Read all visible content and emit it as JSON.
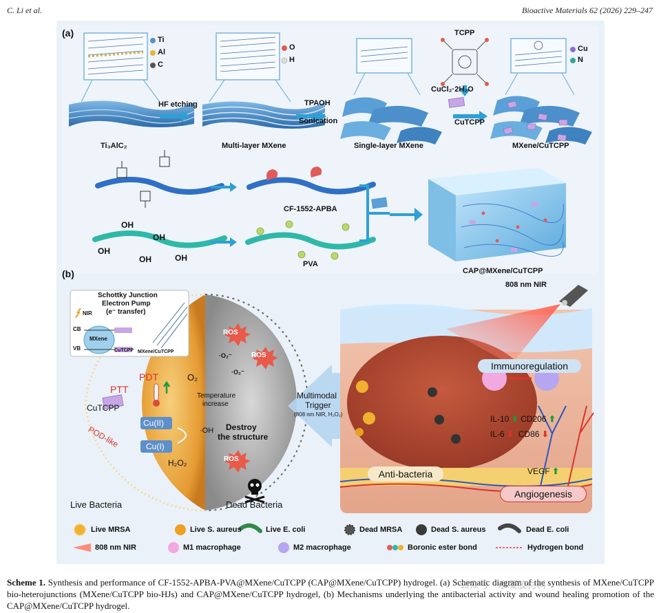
{
  "header": {
    "authors": "C. Li et al.",
    "journal": "Bioactive Materials 62 (2026) 229–247"
  },
  "panel_a": {
    "label": "(a)",
    "elements_1": [
      "Ti",
      "Al",
      "C"
    ],
    "elements_2": [
      "O",
      "H"
    ],
    "elements_3": [
      "Cu",
      "N"
    ],
    "step1": "HF etching",
    "step2_line1": "TPAOH",
    "step2_line2": "Sonication",
    "tcpp": "TCPP",
    "cucl": "CuCl₂·2H₂O",
    "cutcpp": "CuTCPP",
    "mat1": "Ti₃AlC₂",
    "mat2": "Multi-layer MXene",
    "mat3": "Single-layer MXene",
    "mat4": "MXene/CuTCPP",
    "cf": "CF-1552-APBA",
    "pva": "PVA",
    "hydrogel": "CAP@MXene/CuTCPP",
    "oh": "OH"
  },
  "panel_b": {
    "label": "(b)",
    "nir": "808 nm NIR",
    "schottky_l1": "Schottky Junction",
    "schottky_l2": "Electron Pump",
    "schottky_l3": "(e⁻ transfer)",
    "nir_small": "NIR",
    "cb": "CB",
    "vb": "VB",
    "mxene": "MXene",
    "cutcpp_small": "CuTCPP",
    "mxene_cutcpp_small": "MXene/CuTCPP",
    "pdt": "PDT",
    "ptt": "PTT",
    "o2": "O₂",
    "o2rad": "·O₂⁻",
    "temp_l1": "Temperature",
    "temp_l2": "increase",
    "cutcpp": "CuTCPP",
    "cu2": "Cu(II)",
    "cu1": "Cu(I)",
    "oh_rad": "·OH",
    "pod": "POD-like",
    "h2o2": "H₂O₂",
    "destroy_l1": "Destroy",
    "destroy_l2": "the structure",
    "ros": "ROS",
    "live_bacteria": "Live Bacteria",
    "dead_bacteria": "Dead Bacteria",
    "trigger_l1": "Multimodal",
    "trigger_l2": "Trigger",
    "trigger_l3": "(808 nm NIR, H₂O₂)",
    "immuno": "Immunoregulation",
    "il10": "IL-10",
    "cd206": "CD206",
    "il6": "IL-6",
    "cd86": "CD86",
    "up": "⬆",
    "down": "⬇",
    "vegf": "VEGF",
    "antibac": "Anti-bacteria",
    "angio": "Angiogenesis"
  },
  "legend": [
    {
      "icon": "live-mrsa-icon",
      "label": "Live MRSA"
    },
    {
      "icon": "live-s-aureus-icon",
      "label": "Live S. aureus"
    },
    {
      "icon": "live-e-coli-icon",
      "label": "Live E. coli"
    },
    {
      "icon": "dead-mrsa-icon",
      "label": "Dead MRSA"
    },
    {
      "icon": "dead-s-aureus-icon",
      "label": "Dead S. aureus"
    },
    {
      "icon": "dead-e-coli-icon",
      "label": "Dead E. coli"
    },
    {
      "icon": "nir-icon",
      "label": "808 nm NIR"
    },
    {
      "icon": "m1-macrophage-icon",
      "label": "M1 macrophage"
    },
    {
      "icon": "m2-macrophage-icon",
      "label": "M2 macrophage"
    },
    {
      "icon": "boronic-ester-bond-icon",
      "label": "Boronic ester bond"
    },
    {
      "icon": "hydrogen-bond-icon",
      "label": "Hydrogen bond"
    }
  ],
  "caption": {
    "scheme": "Scheme 1.",
    "text": " Synthesis and performance of CF-1552-APBA-PVA@MXene/CuTCPP (CAP@MXene/CuTCPP) hydrogel. (a) Schematic diagram of the synthesis of MXene/CuTCPP bio-heterojunctions (MXene/CuTCPP bio-HJs) and CAP@MXene/CuTCPP hydrogel, (b) Mechanisms underlying the antibacterial activity and wound healing promotion of the CAP@MXene/CuTCPP hydrogel."
  },
  "watermark": "公众号 · 水凝胶材料",
  "colors": {
    "mxene_blue": "#3b86c6",
    "arrow_blue": "#2f9fd6",
    "bacteria_orange": "#e7a640",
    "tissue_pink": "#e8a58e",
    "immuno_box": "#cfe3f5",
    "angio_box": "#f6c9c9",
    "antibac_box": "#f6e9c9"
  }
}
